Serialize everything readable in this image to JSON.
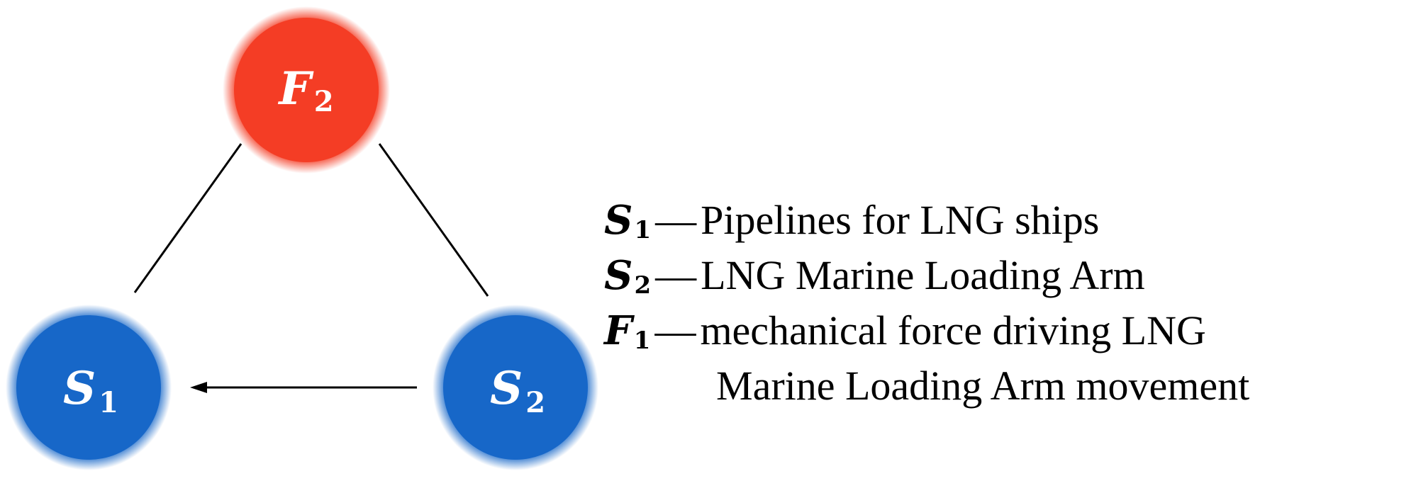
{
  "nodes": [
    {
      "id": "f2",
      "symbol": "F",
      "subscript": "2",
      "color": "#f43d25"
    },
    {
      "id": "s1",
      "symbol": "S",
      "subscript": "1",
      "color": "#1767c8"
    },
    {
      "id": "s2",
      "symbol": "S",
      "subscript": "2",
      "color": "#1767c8"
    }
  ],
  "legend": [
    {
      "symbol": "S",
      "subscript": "1",
      "dash": "—",
      "text": "Pipelines for LNG ships"
    },
    {
      "symbol": "S",
      "subscript": "2",
      "dash": "—",
      "text": "LNG Marine Loading Arm"
    },
    {
      "symbol": "F",
      "subscript": "1",
      "dash": "—",
      "text": "mechanical force driving LNG",
      "continuation": "Marine Loading Arm movement"
    }
  ],
  "colors": {
    "field": "#f43d25",
    "substance": "#1767c8",
    "line": "#000000"
  }
}
